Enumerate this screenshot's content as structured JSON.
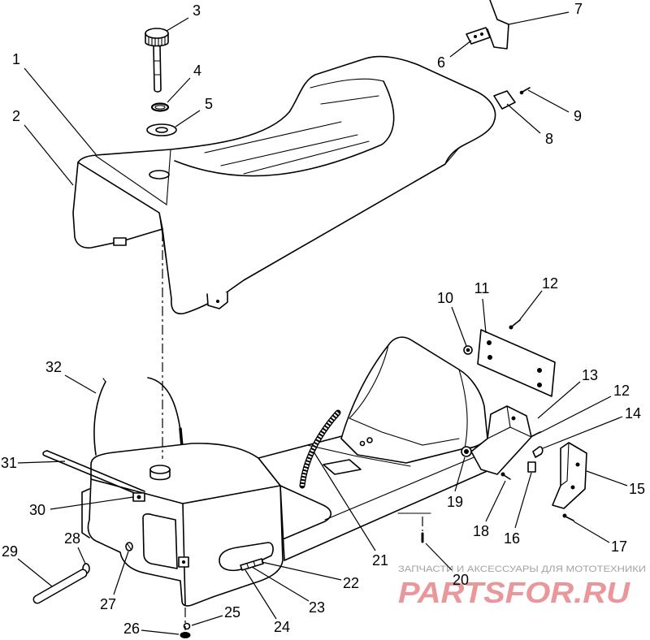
{
  "callouts": [
    "1",
    "2",
    "3",
    "4",
    "5",
    "6",
    "7",
    "8",
    "9",
    "10",
    "11",
    "12",
    "13",
    "12",
    "14",
    "15",
    "16",
    "17",
    "18",
    "19",
    "20",
    "21",
    "22",
    "23",
    "24",
    "25",
    "26",
    "27",
    "28",
    "29",
    "30",
    "31",
    "32"
  ],
  "watermark": {
    "caption": "ЗАПЧАСТИ И АКСЕССУАРЫ ДЛЯ МОТОТЕХНИКИ",
    "logo": "PARTSFOR.RU"
  },
  "colors": {
    "caption": "#a3a3a3",
    "logo": "#e6858a"
  }
}
